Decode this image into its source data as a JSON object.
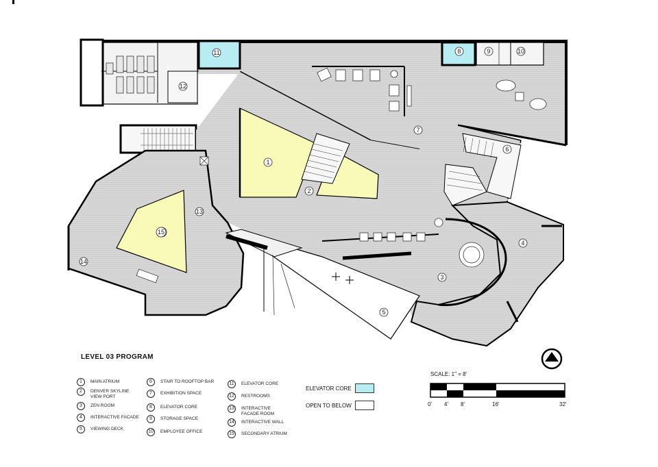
{
  "title": "LEVEL 03 PROGRAM",
  "legend": [
    {
      "num": "1",
      "label": "MAIN ATRIUM"
    },
    {
      "num": "2",
      "label": "DENVER SKYLINE VIEW PORT"
    },
    {
      "num": "3",
      "label": "ZEN ROOM"
    },
    {
      "num": "4",
      "label": "INTERACTIVE FACADE"
    },
    {
      "num": "5",
      "label": "VIEWING DECK"
    },
    {
      "num": "6",
      "label": "STAIR TO ROOFTOP BAR"
    },
    {
      "num": "7",
      "label": "EXHIBITION SPACE"
    },
    {
      "num": "8",
      "label": "ELEVATOR CORE"
    },
    {
      "num": "9",
      "label": "STORAGE SPACE"
    },
    {
      "num": "10",
      "label": "EMPLOYEE OFFICE"
    },
    {
      "num": "11",
      "label": "ELEVATOR CORE"
    },
    {
      "num": "12",
      "label": "RESTROOMS"
    },
    {
      "num": "13",
      "label": "INTERACTIVE FACADE ROOM"
    },
    {
      "num": "14",
      "label": "INTERACTIVE WALL"
    },
    {
      "num": "15",
      "label": "SECONDARY ATRIUM"
    }
  ],
  "key": {
    "elevator_core": {
      "label": "ELEVATOR CORE",
      "color": "#b7ecf2"
    },
    "open_to_below": {
      "label": "OPEN TO BELOW",
      "color": "#ffffff"
    }
  },
  "scale": {
    "title": "SCALE: 1\" = 8'",
    "ticks": [
      "0'",
      "4'",
      "8'",
      "16'",
      "32'"
    ]
  },
  "plan_numbers": [
    "1",
    "2",
    "3",
    "4",
    "5",
    "6",
    "7",
    "8",
    "9",
    "10",
    "11",
    "12",
    "13",
    "14",
    "15"
  ],
  "colors": {
    "floor": "#d6d6d6",
    "atrium": "#fafab8",
    "elevator": "#b7ecf2",
    "wall": "#000000"
  }
}
